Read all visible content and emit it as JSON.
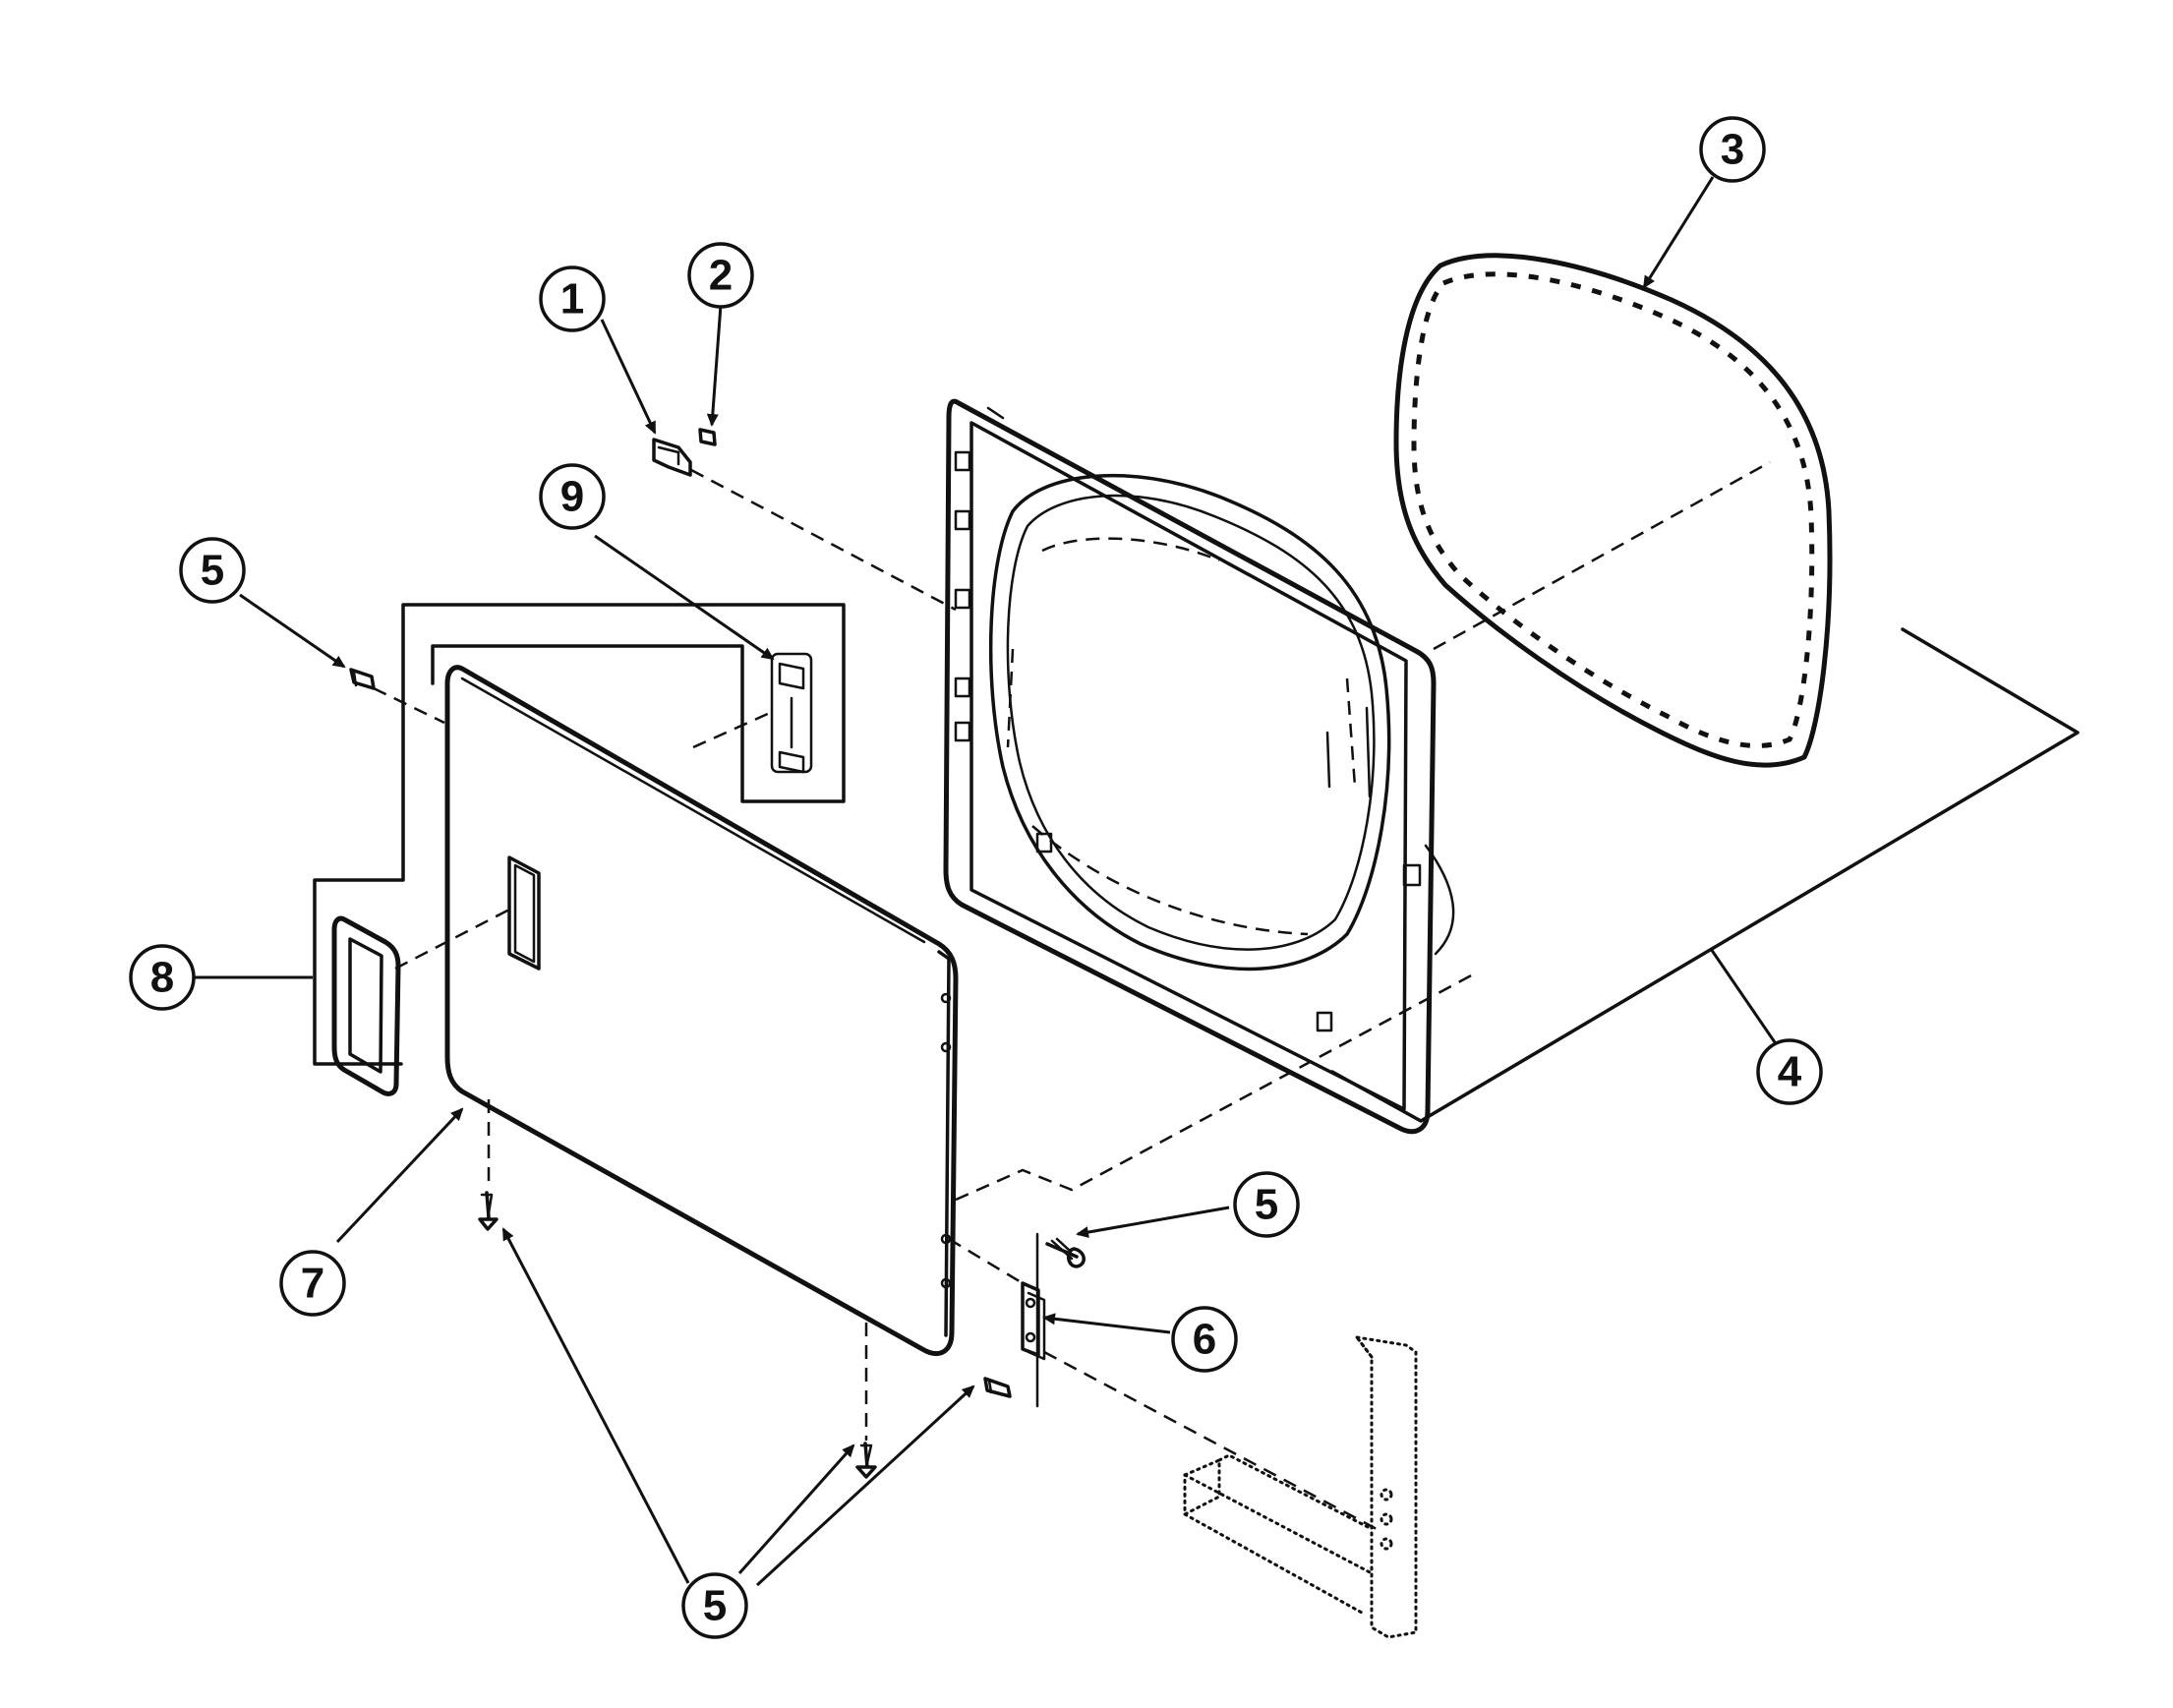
{
  "diagram": {
    "callouts": [
      {
        "id": "c1",
        "label": "1"
      },
      {
        "id": "c2",
        "label": "2"
      },
      {
        "id": "c3",
        "label": "3"
      },
      {
        "id": "c4",
        "label": "4"
      },
      {
        "id": "c5a",
        "label": "5"
      },
      {
        "id": "c5b",
        "label": "5"
      },
      {
        "id": "c5c",
        "label": "5"
      },
      {
        "id": "c6",
        "label": "6"
      },
      {
        "id": "c7",
        "label": "7"
      },
      {
        "id": "c8",
        "label": "8"
      },
      {
        "id": "c9",
        "label": "9"
      }
    ]
  }
}
